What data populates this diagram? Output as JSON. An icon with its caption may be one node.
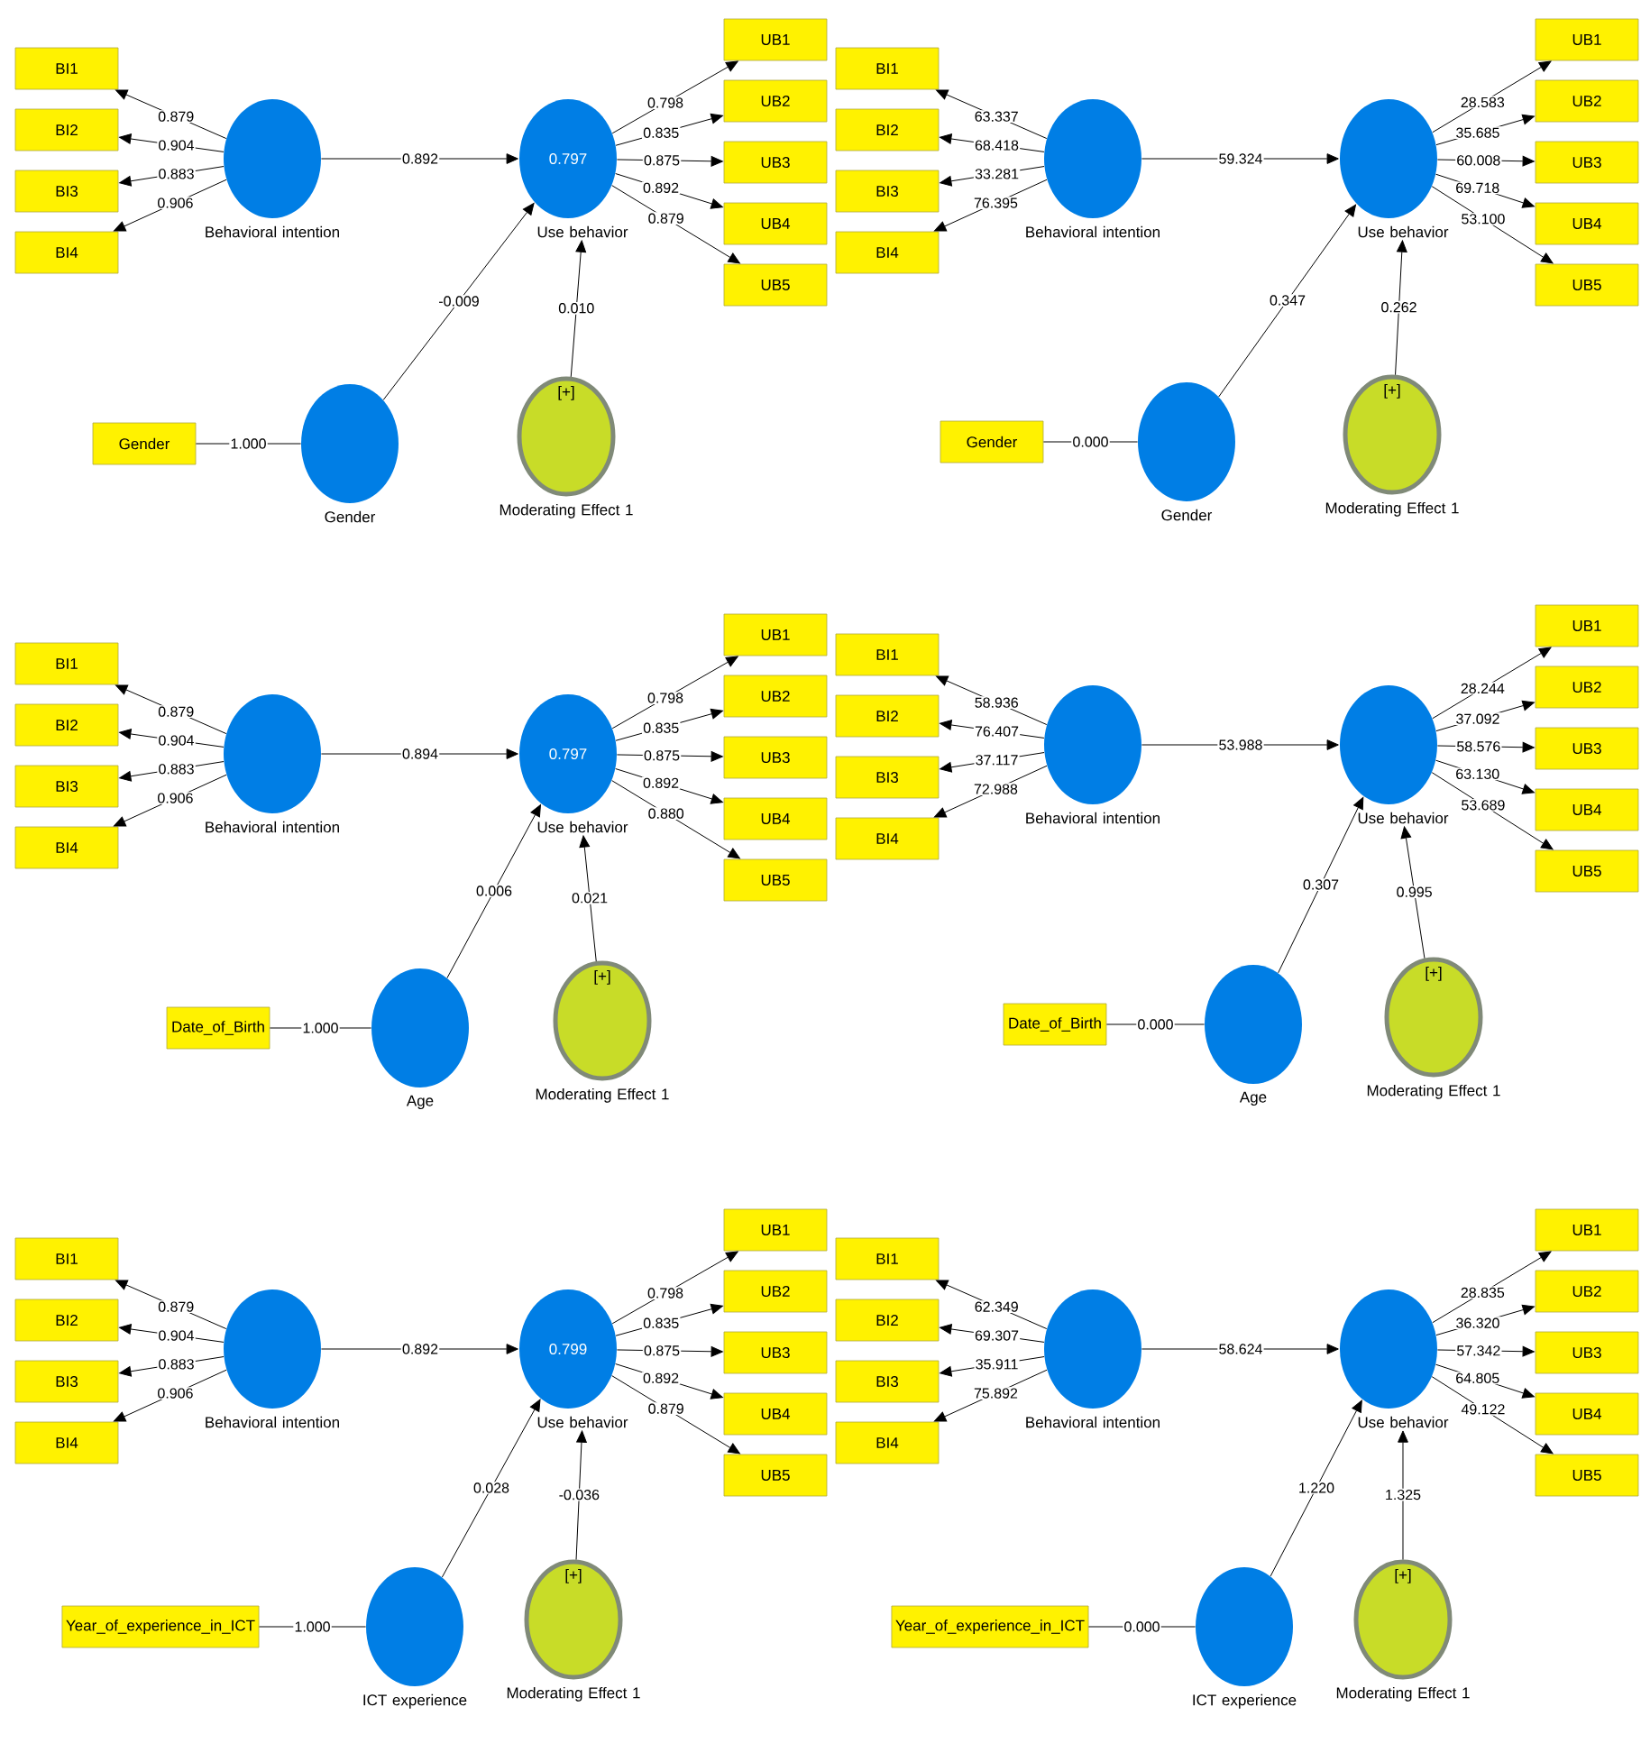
{
  "diagram": {
    "nodes": [
      {
        "text": [
          "BI1"
        ]
      },
      {
        "text": [
          "BI2"
        ]
      },
      {
        "text": [
          "BI3"
        ]
      },
      {
        "text": [
          "BI4"
        ]
      },
      {
        "text": [
          "Behavioral intention"
        ]
      },
      {
        "text": [
          "0.797",
          "Use behavior"
        ]
      },
      {
        "text": [
          "UB1"
        ]
      },
      {
        "text": [
          "UB2"
        ]
      },
      {
        "text": [
          "UB3"
        ]
      },
      {
        "text": [
          "UB4"
        ]
      },
      {
        "text": [
          "UB5"
        ]
      },
      {
        "text": [
          "Gender"
        ]
      },
      {
        "text": [
          "Gender"
        ]
      },
      {
        "text": [
          "[+]",
          "Moderating Effect 1"
        ]
      },
      {
        "text": [
          "BI1"
        ]
      },
      {
        "text": [
          "BI2"
        ]
      },
      {
        "text": [
          "BI3"
        ]
      },
      {
        "text": [
          "BI4"
        ]
      },
      {
        "text": [
          "Behavioral intention"
        ]
      },
      {
        "text": [
          "Use behavior"
        ]
      },
      {
        "text": [
          "UB1"
        ]
      },
      {
        "text": [
          "UB2"
        ]
      },
      {
        "text": [
          "UB3"
        ]
      },
      {
        "text": [
          "UB4"
        ]
      },
      {
        "text": [
          "UB5"
        ]
      },
      {
        "text": [
          "Gender"
        ]
      },
      {
        "text": [
          "Gender"
        ]
      },
      {
        "text": [
          "[+]",
          "Moderating Effect 1"
        ]
      },
      {
        "text": [
          "BI1"
        ]
      },
      {
        "text": [
          "BI2"
        ]
      },
      {
        "text": [
          "BI3"
        ]
      },
      {
        "text": [
          "BI4"
        ]
      },
      {
        "text": [
          "Behavioral intention"
        ]
      },
      {
        "text": [
          "0.797",
          "Use behavior"
        ]
      },
      {
        "text": [
          "UB1"
        ]
      },
      {
        "text": [
          "UB2"
        ]
      },
      {
        "text": [
          "UB3"
        ]
      },
      {
        "text": [
          "UB4"
        ]
      },
      {
        "text": [
          "UB5"
        ]
      },
      {
        "text": [
          "Date_of_Birth"
        ]
      },
      {
        "text": [
          "Age"
        ]
      },
      {
        "text": [
          "[+]",
          "Moderating Effect 1"
        ]
      },
      {
        "text": [
          "BI1"
        ]
      },
      {
        "text": [
          "BI2"
        ]
      },
      {
        "text": [
          "BI3"
        ]
      },
      {
        "text": [
          "BI4"
        ]
      },
      {
        "text": [
          "Behavioral intention"
        ]
      },
      {
        "text": [
          "Use behavior"
        ]
      },
      {
        "text": [
          "UB1"
        ]
      },
      {
        "text": [
          "UB2"
        ]
      },
      {
        "text": [
          "UB3"
        ]
      },
      {
        "text": [
          "UB4"
        ]
      },
      {
        "text": [
          "UB5"
        ]
      },
      {
        "text": [
          "Date_of_Birth"
        ]
      },
      {
        "text": [
          "Age"
        ]
      },
      {
        "text": [
          "[+]",
          "Moderating Effect 1"
        ]
      },
      {
        "text": [
          "BI1"
        ]
      },
      {
        "text": [
          "BI2"
        ]
      },
      {
        "text": [
          "BI3"
        ]
      },
      {
        "text": [
          "BI4"
        ]
      },
      {
        "text": [
          "Behavioral intention"
        ]
      },
      {
        "text": [
          "0.799",
          "Use behavior"
        ]
      },
      {
        "text": [
          "UB1"
        ]
      },
      {
        "text": [
          "UB2"
        ]
      },
      {
        "text": [
          "UB3"
        ]
      },
      {
        "text": [
          "UB4"
        ]
      },
      {
        "text": [
          "UB5"
        ]
      },
      {
        "text": [
          "Year_of_experience_in_ICT"
        ]
      },
      {
        "text": [
          "ICT experience"
        ]
      },
      {
        "text": [
          "[+]",
          "Moderating Effect 1"
        ]
      },
      {
        "text": [
          "BI1"
        ]
      },
      {
        "text": [
          "BI2"
        ]
      },
      {
        "text": [
          "BI3"
        ]
      },
      {
        "text": [
          "BI4"
        ]
      },
      {
        "text": [
          "Behavioral intention"
        ]
      },
      {
        "text": [
          "Use behavior"
        ]
      },
      {
        "text": [
          "UB1"
        ]
      },
      {
        "text": [
          "UB2"
        ]
      },
      {
        "text": [
          "UB3"
        ]
      },
      {
        "text": [
          "UB4"
        ]
      },
      {
        "text": [
          "UB5"
        ]
      },
      {
        "text": [
          "Year_of_experience_in_ICT"
        ]
      },
      {
        "text": [
          "ICT experience"
        ]
      },
      {
        "text": [
          "[+]",
          "Moderating Effect 1"
        ]
      }
    ],
    "edges": [
      {
        "from": 4,
        "to": 0,
        "arrow": "to",
        "label": "0.879"
      },
      {
        "from": 4,
        "to": 1,
        "arrow": "to",
        "label": "0.904"
      },
      {
        "from": 4,
        "to": 2,
        "arrow": "to",
        "label": "0.883"
      },
      {
        "from": 4,
        "to": 3,
        "arrow": "to",
        "label": "0.906"
      },
      {
        "from": 4,
        "to": 5,
        "arrow": "to",
        "label": "0.892"
      },
      {
        "from": 5,
        "to": 6,
        "arrow": "to",
        "label": "0.798"
      },
      {
        "from": 5,
        "to": 7,
        "arrow": "to",
        "label": "0.835"
      },
      {
        "from": 5,
        "to": 8,
        "arrow": "to",
        "label": "0.875"
      },
      {
        "from": 5,
        "to": 9,
        "arrow": "to",
        "label": "0.892"
      },
      {
        "from": 5,
        "to": 10,
        "arrow": "to",
        "label": "0.879"
      },
      {
        "from": 12,
        "to": 11,
        "arrow": "none",
        "label": "1.000"
      },
      {
        "from": 12,
        "to": 5,
        "arrow": "to",
        "label": "-0.009"
      },
      {
        "from": 13,
        "to": 5,
        "arrow": "to",
        "label": "0.010"
      },
      {
        "from": 18,
        "to": 14,
        "arrow": "to",
        "label": "63.337"
      },
      {
        "from": 18,
        "to": 15,
        "arrow": "to",
        "label": "68.418"
      },
      {
        "from": 18,
        "to": 16,
        "arrow": "to",
        "label": "33.281"
      },
      {
        "from": 18,
        "to": 17,
        "arrow": "to",
        "label": "76.395"
      },
      {
        "from": 18,
        "to": 19,
        "arrow": "to",
        "label": "59.324"
      },
      {
        "from": 19,
        "to": 20,
        "arrow": "to",
        "label": "28.583"
      },
      {
        "from": 19,
        "to": 21,
        "arrow": "to",
        "label": "35.685"
      },
      {
        "from": 19,
        "to": 22,
        "arrow": "to",
        "label": "60.008"
      },
      {
        "from": 19,
        "to": 23,
        "arrow": "to",
        "label": "69.718"
      },
      {
        "from": 19,
        "to": 24,
        "arrow": "to",
        "label": "53.100"
      },
      {
        "from": 26,
        "to": 25,
        "arrow": "none",
        "label": "0.000"
      },
      {
        "from": 26,
        "to": 19,
        "arrow": "to",
        "label": "0.347"
      },
      {
        "from": 27,
        "to": 19,
        "arrow": "to",
        "label": "0.262"
      },
      {
        "from": 32,
        "to": 28,
        "arrow": "to",
        "label": "0.879"
      },
      {
        "from": 32,
        "to": 29,
        "arrow": "to",
        "label": "0.904"
      },
      {
        "from": 32,
        "to": 30,
        "arrow": "to",
        "label": "0.883"
      },
      {
        "from": 32,
        "to": 31,
        "arrow": "to",
        "label": "0.906"
      },
      {
        "from": 32,
        "to": 33,
        "arrow": "to",
        "label": "0.894"
      },
      {
        "from": 33,
        "to": 34,
        "arrow": "to",
        "label": "0.798"
      },
      {
        "from": 33,
        "to": 35,
        "arrow": "to",
        "label": "0.835"
      },
      {
        "from": 33,
        "to": 36,
        "arrow": "to",
        "label": "0.875"
      },
      {
        "from": 33,
        "to": 37,
        "arrow": "to",
        "label": "0.892"
      },
      {
        "from": 33,
        "to": 38,
        "arrow": "to",
        "label": "0.880"
      },
      {
        "from": 40,
        "to": 39,
        "arrow": "none",
        "label": "1.000"
      },
      {
        "from": 40,
        "to": 33,
        "arrow": "to",
        "label": "0.006"
      },
      {
        "from": 41,
        "to": 33,
        "arrow": "to",
        "label": "0.021"
      },
      {
        "from": 46,
        "to": 42,
        "arrow": "to",
        "label": "58.936"
      },
      {
        "from": 46,
        "to": 43,
        "arrow": "to",
        "label": "76.407"
      },
      {
        "from": 46,
        "to": 44,
        "arrow": "to",
        "label": "37.117"
      },
      {
        "from": 46,
        "to": 45,
        "arrow": "to",
        "label": "72.988"
      },
      {
        "from": 46,
        "to": 47,
        "arrow": "to",
        "label": "53.988"
      },
      {
        "from": 47,
        "to": 48,
        "arrow": "to",
        "label": "28.244"
      },
      {
        "from": 47,
        "to": 49,
        "arrow": "to",
        "label": "37.092"
      },
      {
        "from": 47,
        "to": 50,
        "arrow": "to",
        "label": "58.576"
      },
      {
        "from": 47,
        "to": 51,
        "arrow": "to",
        "label": "63.130"
      },
      {
        "from": 47,
        "to": 52,
        "arrow": "to",
        "label": "53.689"
      },
      {
        "from": 54,
        "to": 53,
        "arrow": "none",
        "label": "0.000"
      },
      {
        "from": 54,
        "to": 47,
        "arrow": "to",
        "label": "0.307"
      },
      {
        "from": 55,
        "to": 47,
        "arrow": "to",
        "label": "0.995"
      },
      {
        "from": 60,
        "to": 56,
        "arrow": "to",
        "label": "0.879"
      },
      {
        "from": 60,
        "to": 57,
        "arrow": "to",
        "label": "0.904"
      },
      {
        "from": 60,
        "to": 58,
        "arrow": "to",
        "label": "0.883"
      },
      {
        "from": 60,
        "to": 59,
        "arrow": "to",
        "label": "0.906"
      },
      {
        "from": 60,
        "to": 61,
        "arrow": "to",
        "label": "0.892"
      },
      {
        "from": 61,
        "to": 62,
        "arrow": "to",
        "label": "0.798"
      },
      {
        "from": 61,
        "to": 63,
        "arrow": "to",
        "label": "0.835"
      },
      {
        "from": 61,
        "to": 64,
        "arrow": "to",
        "label": "0.875"
      },
      {
        "from": 61,
        "to": 65,
        "arrow": "to",
        "label": "0.892"
      },
      {
        "from": 61,
        "to": 66,
        "arrow": "to",
        "label": "0.879"
      },
      {
        "from": 68,
        "to": 67,
        "arrow": "none",
        "label": "1.000"
      },
      {
        "from": 68,
        "to": 61,
        "arrow": "to",
        "label": "0.028"
      },
      {
        "from": 69,
        "to": 61,
        "arrow": "to",
        "label": "-0.036"
      },
      {
        "from": 74,
        "to": 70,
        "arrow": "to",
        "label": "62.349"
      },
      {
        "from": 74,
        "to": 71,
        "arrow": "to",
        "label": "69.307"
      },
      {
        "from": 74,
        "to": 72,
        "arrow": "to",
        "label": "35.911"
      },
      {
        "from": 74,
        "to": 73,
        "arrow": "to",
        "label": "75.892"
      },
      {
        "from": 74,
        "to": 75,
        "arrow": "to",
        "label": "58.624"
      },
      {
        "from": 75,
        "to": 76,
        "arrow": "to",
        "label": "28.835"
      },
      {
        "from": 75,
        "to": 77,
        "arrow": "to",
        "label": "36.320"
      },
      {
        "from": 75,
        "to": 78,
        "arrow": "to",
        "label": "57.342"
      },
      {
        "from": 75,
        "to": 79,
        "arrow": "to",
        "label": "64.805"
      },
      {
        "from": 75,
        "to": 80,
        "arrow": "to",
        "label": "49.122"
      },
      {
        "from": 82,
        "to": 81,
        "arrow": "none",
        "label": "0.000"
      },
      {
        "from": 82,
        "to": 75,
        "arrow": "to",
        "label": "1.220"
      },
      {
        "from": 83,
        "to": 75,
        "arrow": "to",
        "label": "1.325"
      }
    ]
  }
}
